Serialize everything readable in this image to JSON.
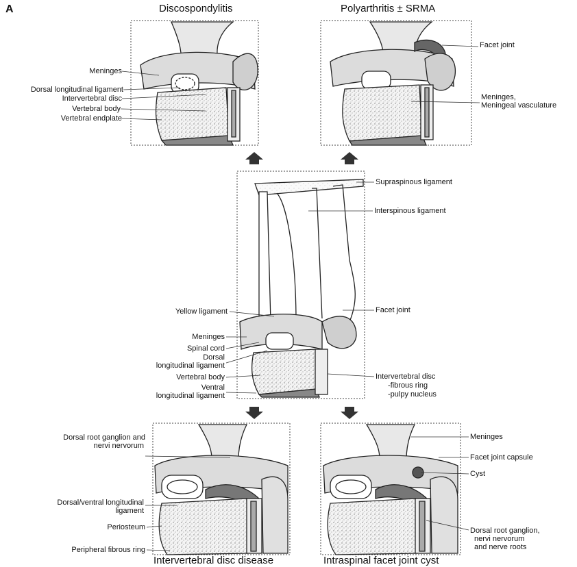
{
  "panel_letter": "A",
  "panels": {
    "top_left": {
      "title": "Discospondylitis",
      "labels": [
        "Meninges",
        "Dorsal longitudinal ligament",
        "Intervertebral disc",
        "Vertebral body",
        "Vertebral endplate"
      ]
    },
    "top_right": {
      "title": "Polyarthritis ± SRMA",
      "labels": [
        "Facet joint",
        "Meninges,",
        "Meningeal vasculature"
      ]
    },
    "center": {
      "left_labels": [
        "Yellow ligament",
        "Meninges",
        "Spinal cord",
        "Dorsal",
        "longitudinal ligament",
        "Vertebral body",
        "Ventral",
        "longitudinal ligament"
      ],
      "right_labels": [
        "Supraspinous ligament",
        "Interspinous ligament",
        "Facet joint",
        "Intervertebral disc",
        "-fibrous ring",
        "-pulpy nucleus"
      ]
    },
    "bottom_left": {
      "title": "Intervertebral disc disease",
      "labels": [
        "Dorsal root ganglion and",
        "nervi nervorum",
        "Dorsal/ventral longitudinal",
        "ligament",
        "Periosteum",
        "Peripheral fibrous ring"
      ]
    },
    "bottom_right": {
      "title": "Intraspinal facet joint cyst",
      "labels": [
        "Meninges",
        "Facet joint capsule",
        "Cyst",
        "Dorsal root ganglion,",
        "nervi nervorum",
        "and nerve roots"
      ]
    }
  }
}
